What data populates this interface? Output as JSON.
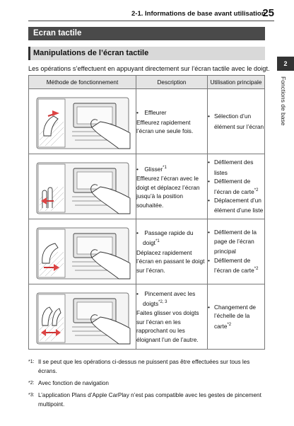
{
  "header": {
    "section_title": "2-1. Informations de base avant utilisation",
    "page_number": "25"
  },
  "side_tab": {
    "number": "2",
    "label": "Fonctions de base"
  },
  "section": {
    "title": "Ecran tactile"
  },
  "subsection": {
    "title": "Manipulations de l’écran tactile"
  },
  "intro": "Les opérations s’effectuent en appuyant directement sur l’écran tactile avec le doigt.",
  "table": {
    "headers": [
      "Méthode de fonctionnement",
      "Description",
      "Utilisation principale"
    ],
    "rows": [
      {
        "name": "Effleurer",
        "name_sup": "",
        "name_cont": "",
        "text": "Effleurez rapidement l’écran une seule fois.",
        "uses": [
          {
            "text": "Sélection d’un élément sur l’écran",
            "sup": ""
          }
        ],
        "icon": "tap-gesture-icon"
      },
      {
        "name": "Glisser",
        "name_sup": "*1",
        "name_cont": "",
        "text": "Effleurez l’écran avec le doigt et déplacez l’écran jusqu’à la position souhaitée.",
        "uses": [
          {
            "text": "Défilement des listes",
            "sup": ""
          },
          {
            "text": "Défilement de l’écran de carte",
            "sup": "*2"
          },
          {
            "text": "Déplacement d’un élément d’une liste",
            "sup": ""
          }
        ],
        "icon": "drag-gesture-icon"
      },
      {
        "name": "Passage rapide du",
        "name_sup": "*1",
        "name_cont": "doigt",
        "text": "Déplacez rapidement l’écran en passant le doigt sur l’écran.",
        "uses": [
          {
            "text": "Défilement de la page de l’écran principal",
            "sup": ""
          },
          {
            "text": "Défilement de l’écran de carte",
            "sup": "*2"
          }
        ],
        "icon": "flick-gesture-icon"
      },
      {
        "name": "Pincement avec les",
        "name_sup": "*2, 3",
        "name_cont": "doigts",
        "text": "Faites glisser vos doigts sur l’écran en les rapprochant ou les éloignant l’un de l’autre.",
        "uses": [
          {
            "text": "Changement de l’échelle de la carte",
            "sup": "*2"
          }
        ],
        "icon": "pinch-gesture-icon"
      }
    ]
  },
  "footnotes": [
    {
      "mark": "*1:",
      "text": "Il se peut que les opérations ci-dessus ne puissent pas être effectuées sur tous les écrans."
    },
    {
      "mark": "*2:",
      "text": "Avec fonction de navigation"
    },
    {
      "mark": "*3:",
      "text": "L’application Plans d’Apple CarPlay n’est pas compatible avec les gestes de pincement multipoint."
    }
  ]
}
